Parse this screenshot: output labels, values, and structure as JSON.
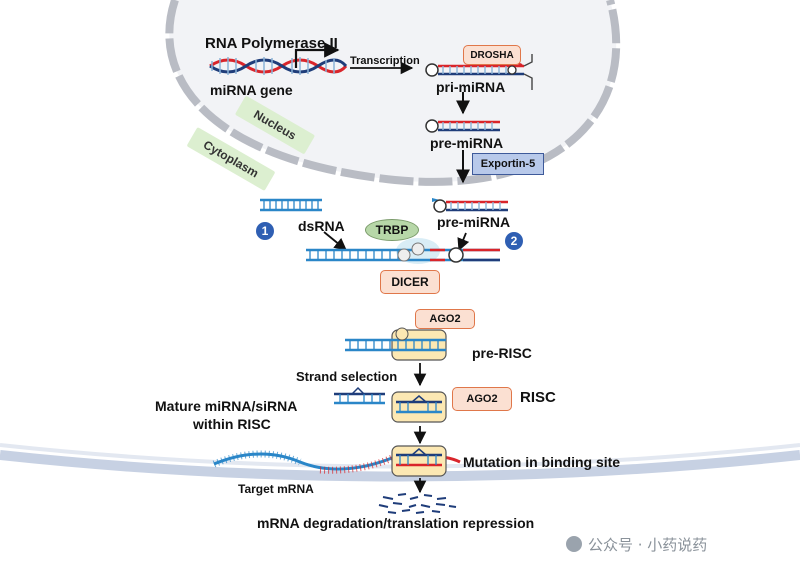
{
  "diagram": {
    "polymerase_label": "RNA Polymerase II",
    "gene_label": "miRNA gene",
    "transcription_label": "Transcription",
    "drosha_label": "DROSHA",
    "pri_mirna_label": "pri-miRNA",
    "pre_mirna_label": "pre-miRNA",
    "exportin_label": "Exportin-5",
    "nucleus_label": "Nucleus",
    "cytoplasm_label": "Cytoplasm",
    "dsrna_label": "dsRNA",
    "trbp_label": "TRBP",
    "pre_mirna_cyto_label": "pre-miRNA",
    "step1_label": "1",
    "step2_label": "2",
    "dicer_label": "DICER",
    "ago2_label": "AGO2",
    "pre_risc_label": "pre-RISC",
    "strand_selection_label": "Strand selection",
    "mature_label_line1": "Mature miRNA/siRNA",
    "mature_label_line2": "within RISC",
    "ago2_label_2": "AGO2",
    "risc_label": "RISC",
    "mutation_label": "Mutation in binding site",
    "target_label": "Target mRNA",
    "degradation_label": "mRNA degradation/translation repression",
    "watermark": "公众号 · 小药说药"
  },
  "colors": {
    "red_strand": "#d9252b",
    "blue_strand": "#2a86c8",
    "navy": "#1f3d7a",
    "membrane": "#c7d1e3"
  }
}
